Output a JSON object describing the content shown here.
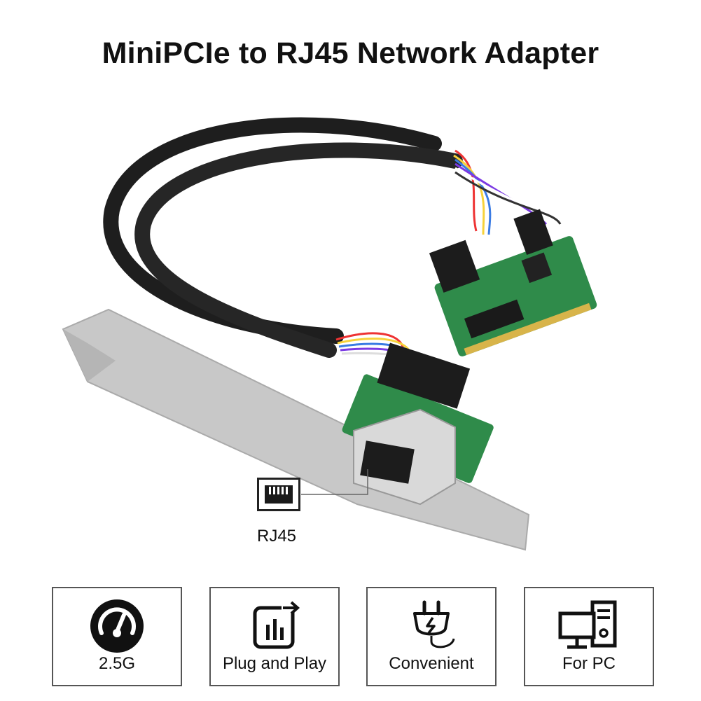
{
  "title": "MiniPCIe to RJ45 Network Adapter",
  "callout": {
    "label": "RJ45",
    "icon": "rj45-port-icon"
  },
  "features": [
    {
      "label": "2.5G",
      "icon": "speedometer-icon"
    },
    {
      "label": "Plug and Play",
      "icon": "plug-and-play-icon"
    },
    {
      "label": "Convenient",
      "icon": "power-plug-icon"
    },
    {
      "label": "For PC",
      "icon": "desktop-pc-icon"
    }
  ]
}
